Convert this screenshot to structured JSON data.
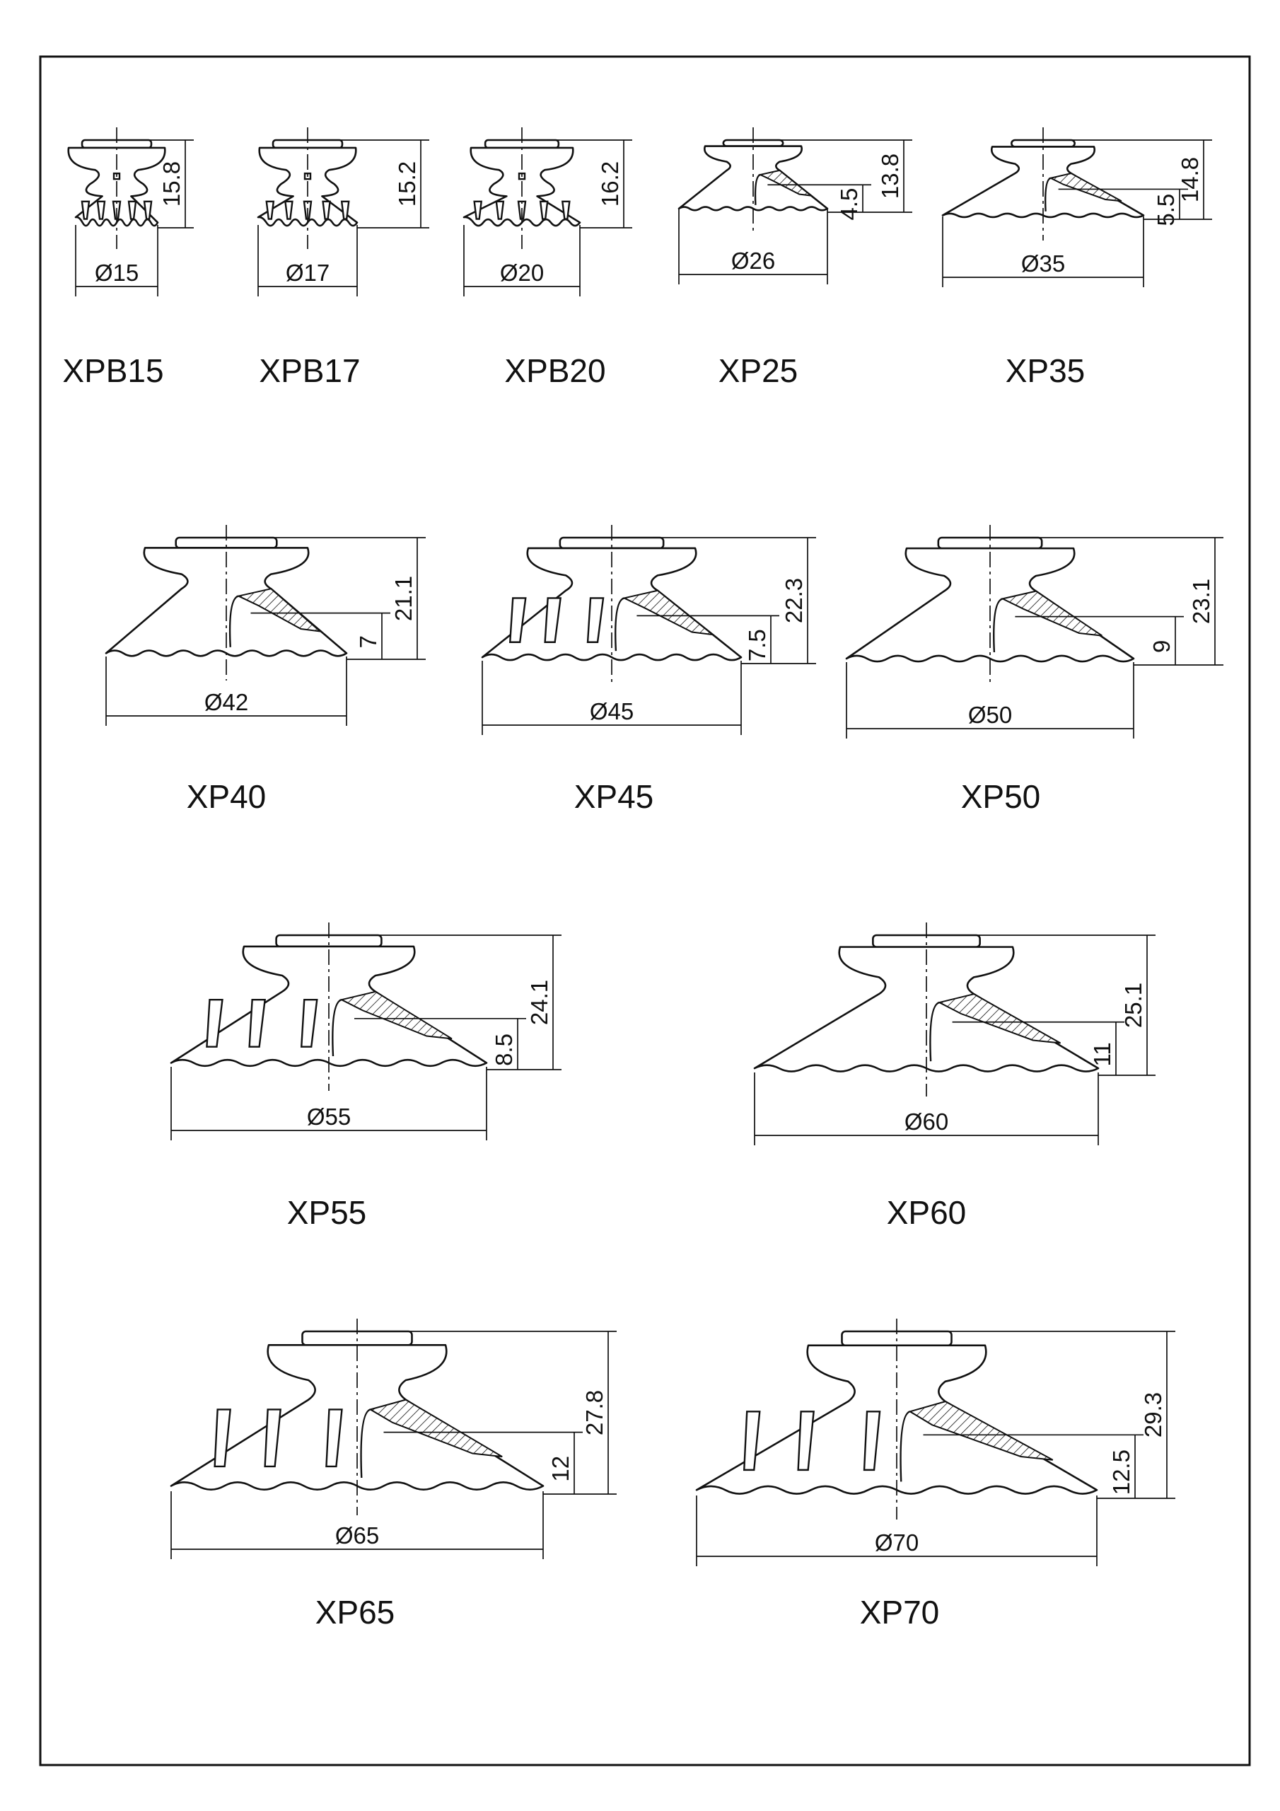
{
  "colors": {
    "ink": "#111111",
    "paper": "#ffffff"
  },
  "cups": [
    {
      "model": "XPB15",
      "kind": "bellows",
      "diameter": "Ø15",
      "height": "15.8"
    },
    {
      "model": "XPB17",
      "kind": "bellows",
      "diameter": "Ø17",
      "height": "15.2"
    },
    {
      "model": "XPB20",
      "kind": "bellows",
      "diameter": "Ø20",
      "height": "16.2"
    },
    {
      "model": "XP25",
      "kind": "flat",
      "diameter": "Ø26",
      "height": "13.8",
      "lip": "4.5"
    },
    {
      "model": "XP35",
      "kind": "flat",
      "diameter": "Ø35",
      "height": "14.8",
      "lip": "5.5"
    },
    {
      "model": "XP40",
      "kind": "flat",
      "diameter": "Ø42",
      "height": "21.1",
      "lip": "7"
    },
    {
      "model": "XP45",
      "kind": "ribbed",
      "diameter": "Ø45",
      "height": "22.3",
      "lip": "7.5"
    },
    {
      "model": "XP50",
      "kind": "flat",
      "diameter": "Ø50",
      "height": "23.1",
      "lip": "9"
    },
    {
      "model": "XP55",
      "kind": "ribbed",
      "diameter": "Ø55",
      "height": "24.1",
      "lip": "8.5"
    },
    {
      "model": "XP60",
      "kind": "flat",
      "diameter": "Ø60",
      "height": "25.1",
      "lip": "11"
    },
    {
      "model": "XP65",
      "kind": "ribbed",
      "diameter": "Ø65",
      "height": "27.8",
      "lip": "12"
    },
    {
      "model": "XP70",
      "kind": "ribbed",
      "diameter": "Ø70",
      "height": "29.3",
      "lip": "12.5"
    }
  ]
}
